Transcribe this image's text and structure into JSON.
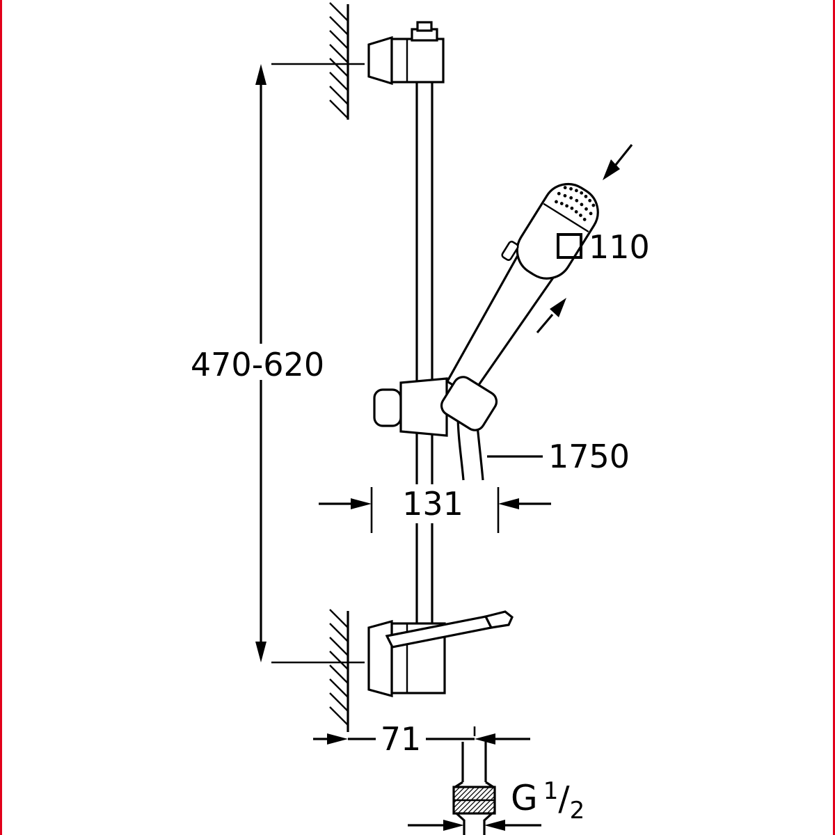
{
  "canvas": {
    "background": "#ffffff",
    "line_color": "#000000",
    "edge_accent_color": "#e2001a"
  },
  "drawing": {
    "type": "technical-dimension-drawing",
    "subject": "shower rail set with hand shower, hose and wall mounts"
  },
  "labels": {
    "rail_height": "470-620",
    "head_size": "110",
    "head_size_symbol": "square-outline",
    "hose_length": "1750",
    "rail_depth": "131",
    "wall_offset": "71",
    "thread_prefix": "G",
    "thread_numerator": "1",
    "thread_slash": "/",
    "thread_denominator": "2"
  }
}
